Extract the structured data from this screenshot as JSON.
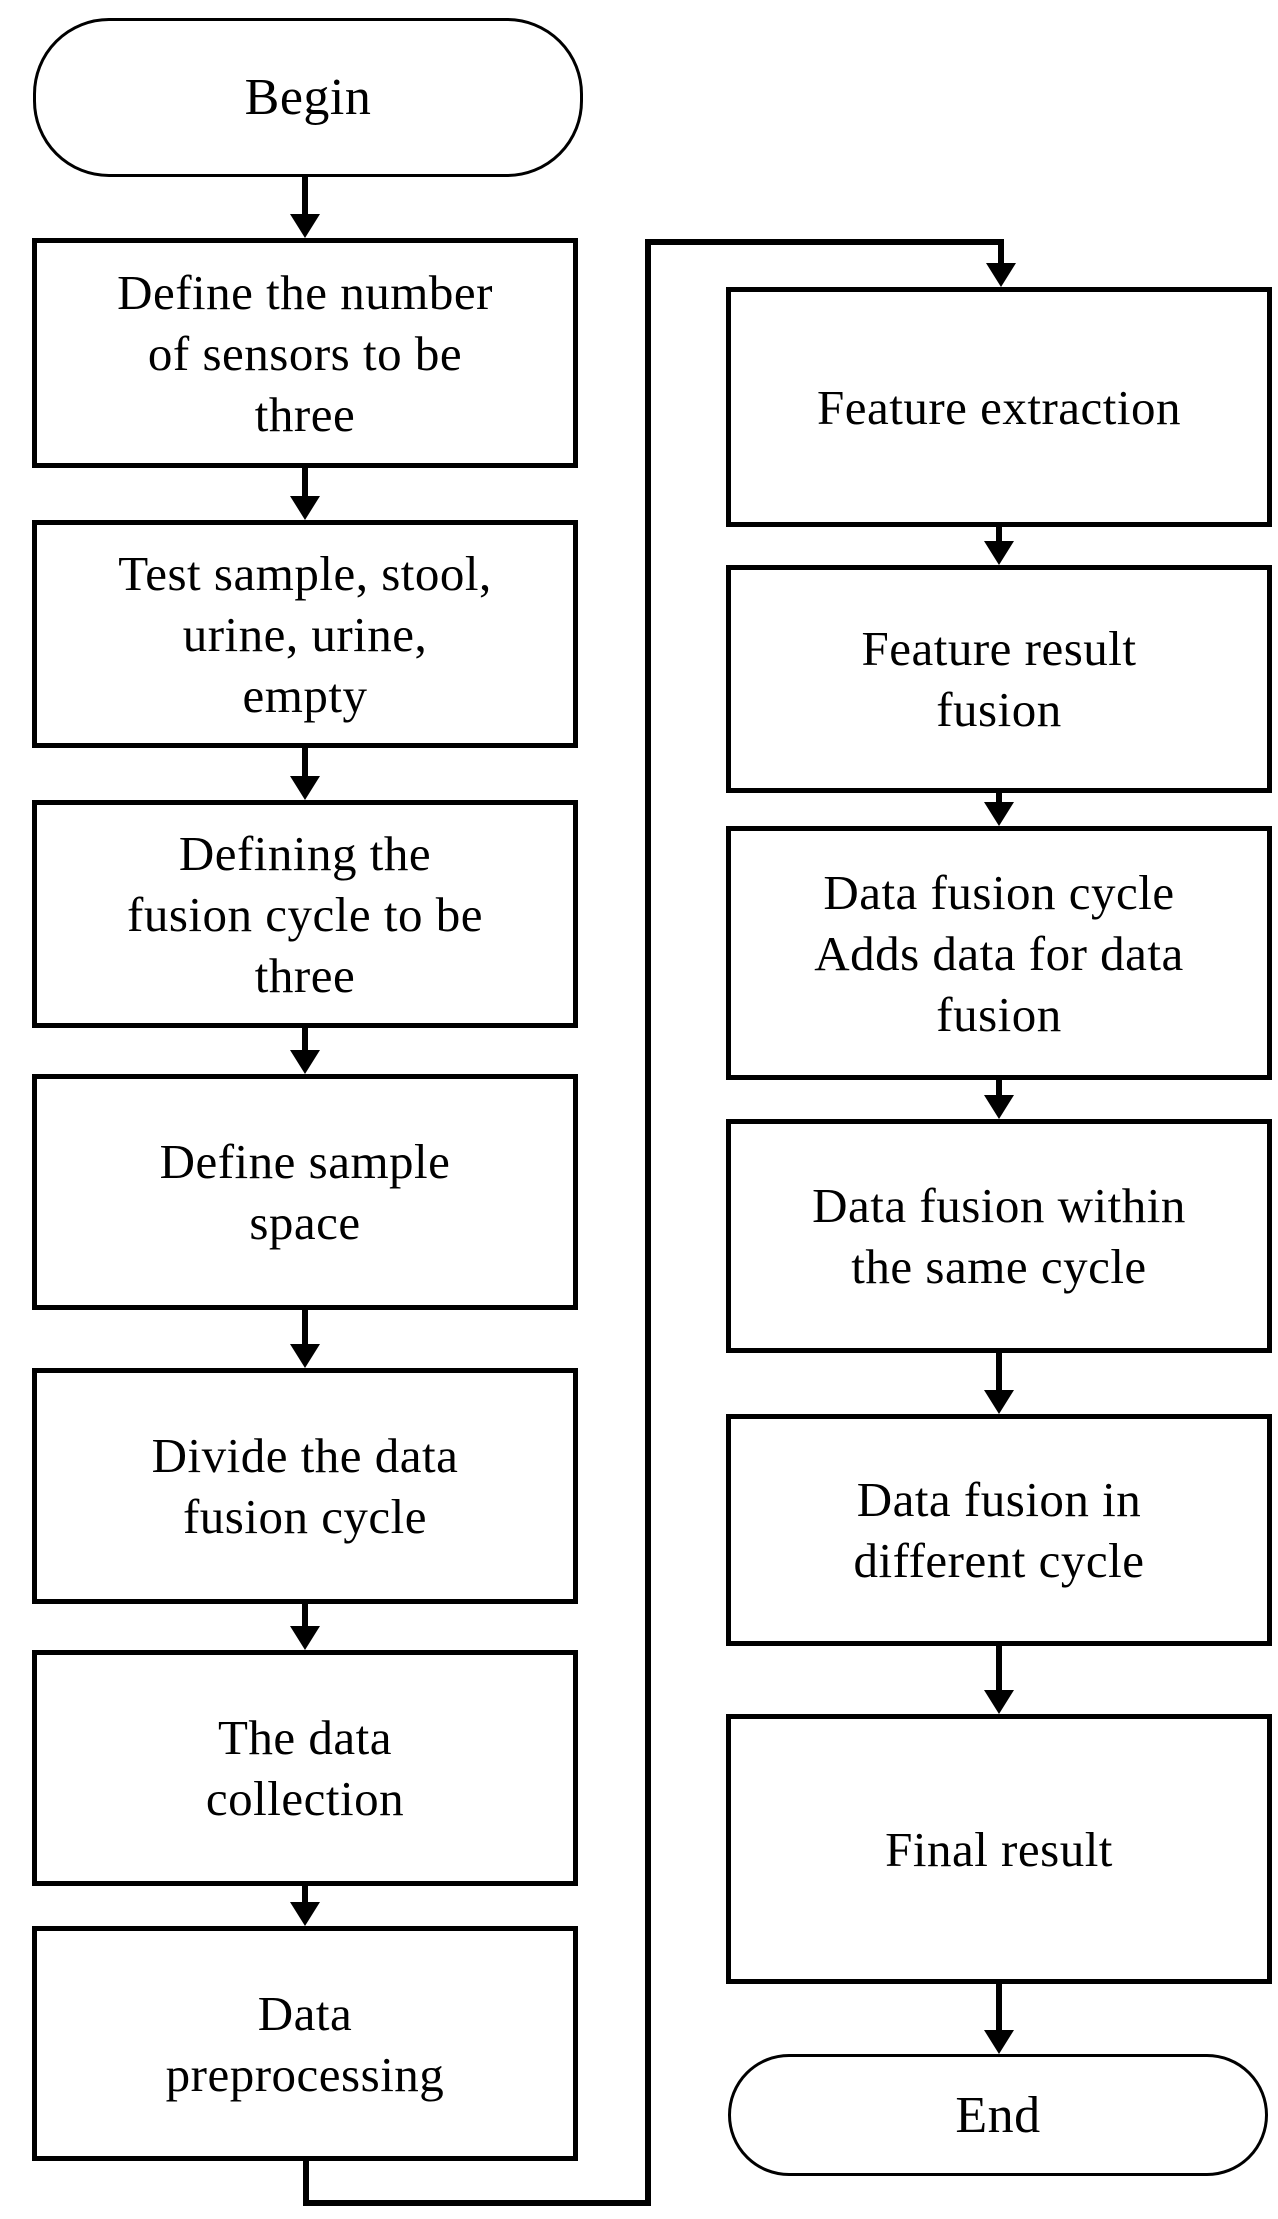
{
  "figure": {
    "background": "#ffffff",
    "ink": "#000000",
    "type": "flowchart"
  },
  "flowchart": {
    "begin": {
      "label": "Begin",
      "shape": "rounded-terminal"
    },
    "end": {
      "label": "End",
      "shape": "rounded-terminal"
    },
    "left_steps": [
      {
        "label": "Define the number\nof sensors to be\nthree"
      },
      {
        "label": "Test sample, stool,\nurine, urine,\nempty"
      },
      {
        "label": "Defining the\nfusion cycle to be\nthree"
      },
      {
        "label": "Define sample\nspace"
      },
      {
        "label": "Divide the data\nfusion cycle"
      },
      {
        "label": "The data\ncollection"
      },
      {
        "label": "Data\npreprocessing"
      }
    ],
    "right_steps": [
      {
        "label": "Feature extraction"
      },
      {
        "label": "Feature result\nfusion"
      },
      {
        "label": "Data fusion cycle\nAdds data for data\nfusion"
      },
      {
        "label": "Data fusion within\nthe same cycle"
      },
      {
        "label": "Data fusion in\ndifferent cycle"
      },
      {
        "label": "Final result"
      }
    ]
  }
}
